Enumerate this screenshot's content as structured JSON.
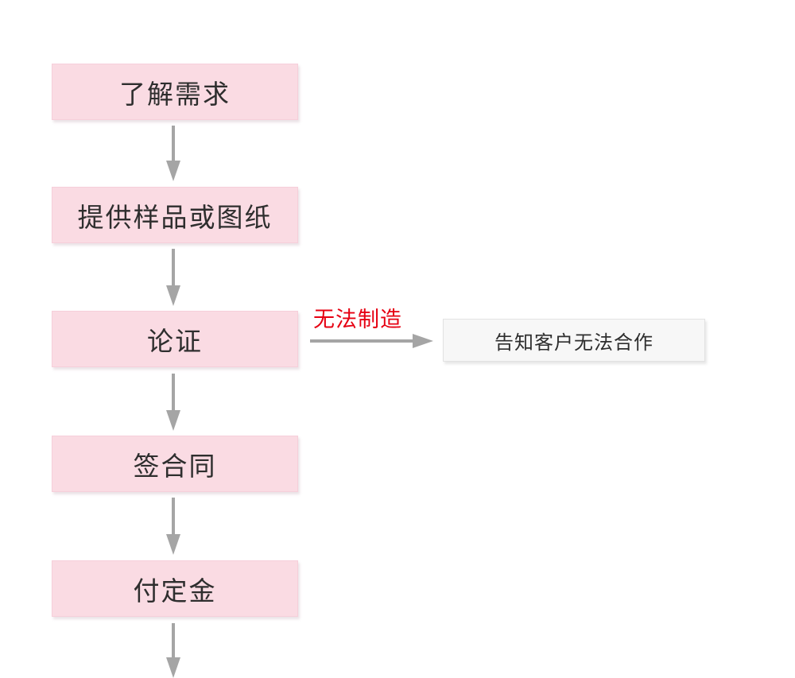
{
  "flowchart": {
    "title": "order-process-flow",
    "nodes": [
      {
        "id": "understand-requirements",
        "label": "了解需求",
        "type": "process",
        "fill": "#fadbe3"
      },
      {
        "id": "provide-samples-or-drawings",
        "label": "提供样品或图纸",
        "type": "process",
        "fill": "#fadbe3"
      },
      {
        "id": "feasibility-verification",
        "label": "论证",
        "type": "process",
        "fill": "#fadbe3"
      },
      {
        "id": "sign-contract",
        "label": "签合同",
        "type": "process",
        "fill": "#fadbe3"
      },
      {
        "id": "pay-deposit",
        "label": "付定金",
        "type": "process",
        "fill": "#fadbe3"
      },
      {
        "id": "inform-customer-no-cooperation",
        "label": "告知客户无法合作",
        "type": "terminal",
        "fill": "#f7f7f7"
      }
    ],
    "edges": [
      {
        "from": "understand-requirements",
        "to": "provide-samples-or-drawings",
        "label": ""
      },
      {
        "from": "provide-samples-or-drawings",
        "to": "feasibility-verification",
        "label": ""
      },
      {
        "from": "feasibility-verification",
        "to": "inform-customer-no-cooperation",
        "label": "无法制造"
      },
      {
        "from": "feasibility-verification",
        "to": "sign-contract",
        "label": ""
      },
      {
        "from": "sign-contract",
        "to": "pay-deposit",
        "label": ""
      },
      {
        "from": "pay-deposit",
        "to": "offscreen-bottom",
        "label": ""
      }
    ],
    "branch_label": "无法制造",
    "colors": {
      "process_fill": "#fadbe3",
      "process_border": "#f6cfda",
      "terminal_fill": "#f7f7f7",
      "terminal_border": "#e2e2e2",
      "arrow": "#a5a5a5",
      "text": "#2e2e2e",
      "branch_label_text": "#e60012",
      "background": "#ffffff"
    }
  }
}
